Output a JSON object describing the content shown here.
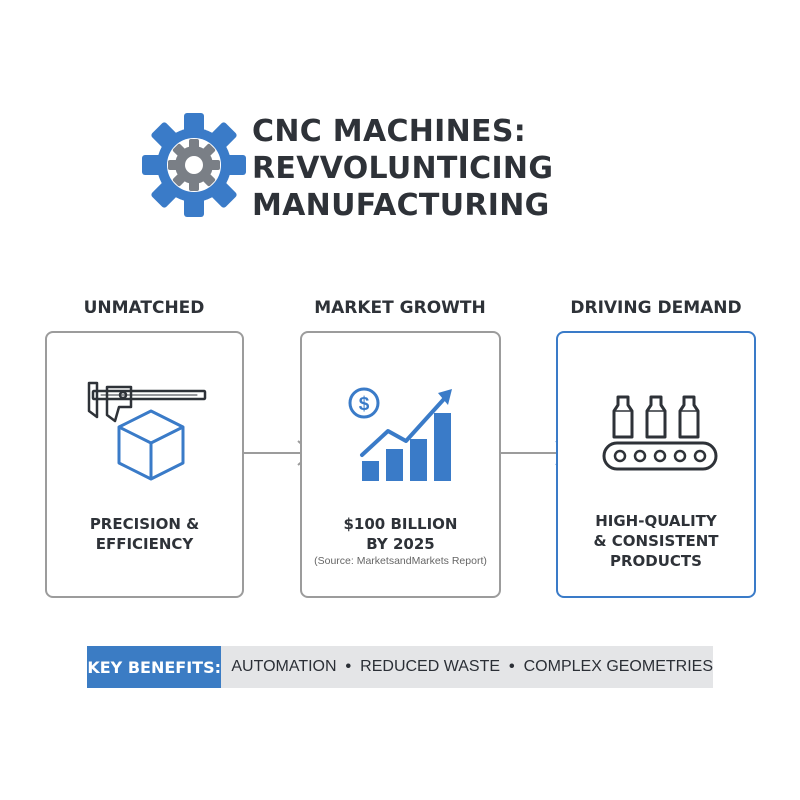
{
  "title": {
    "lines": [
      "CNC MACHINES:",
      "REVVOLUNTICING",
      "MANUFACTURING"
    ]
  },
  "cards": [
    {
      "heading": "UNMATCHED",
      "icon": "caliper-cube-icon",
      "text": [
        "PRECISION &",
        "EFFICIENCY"
      ]
    },
    {
      "heading": "MARKET GROWTH",
      "icon": "growth-chart-icon",
      "text": [
        "$100 BILLION",
        "BY 2025"
      ],
      "source": "(Source: MarketsandMarkets Report)"
    },
    {
      "heading": "DRIVING DEMAND",
      "icon": "conveyor-icon",
      "text": [
        "HIGH-QUALITY",
        "& CONSISTENT",
        "PRODUCTS"
      ]
    }
  ],
  "benefits": {
    "label": "KEY BENEFITS:",
    "items": [
      "AUTOMATION",
      "REDUCED WASTE",
      "COMPLEX GEOMETRIES"
    ],
    "separator": "•"
  },
  "colors": {
    "accent": "#3b7cc4",
    "gear_outer": "#3a7bc8",
    "gear_inner": "#7a7f86",
    "text": "#2e3238",
    "border": "#9c9c9c",
    "benefit_bg": "#e4e5e7"
  }
}
